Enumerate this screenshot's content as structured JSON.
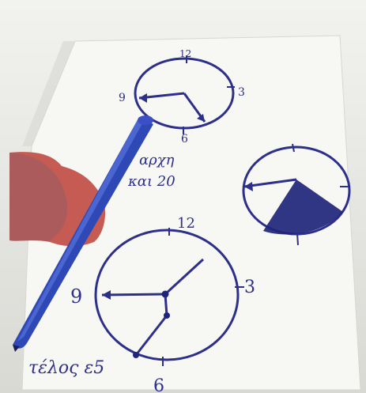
{
  "photo": {
    "colors": {
      "ink": "#2d2f8a",
      "paper": "#f7f7f4",
      "marker_body": "#2e49b6",
      "hand_glove": "#c55b52"
    },
    "clock_top_labels": {
      "twelve": "12",
      "three": "3",
      "nine": "9",
      "six": "6"
    },
    "caption_top_line1": "αρχη",
    "caption_top_line2": "και 20",
    "clock_bottom_labels": {
      "twelve": "12",
      "three": "3",
      "nine": "9",
      "six": "6"
    },
    "caption_bottom": "τέλος ε5",
    "icons": [
      "analog-clock-drawing",
      "marker-pen",
      "gloved-hand"
    ]
  }
}
